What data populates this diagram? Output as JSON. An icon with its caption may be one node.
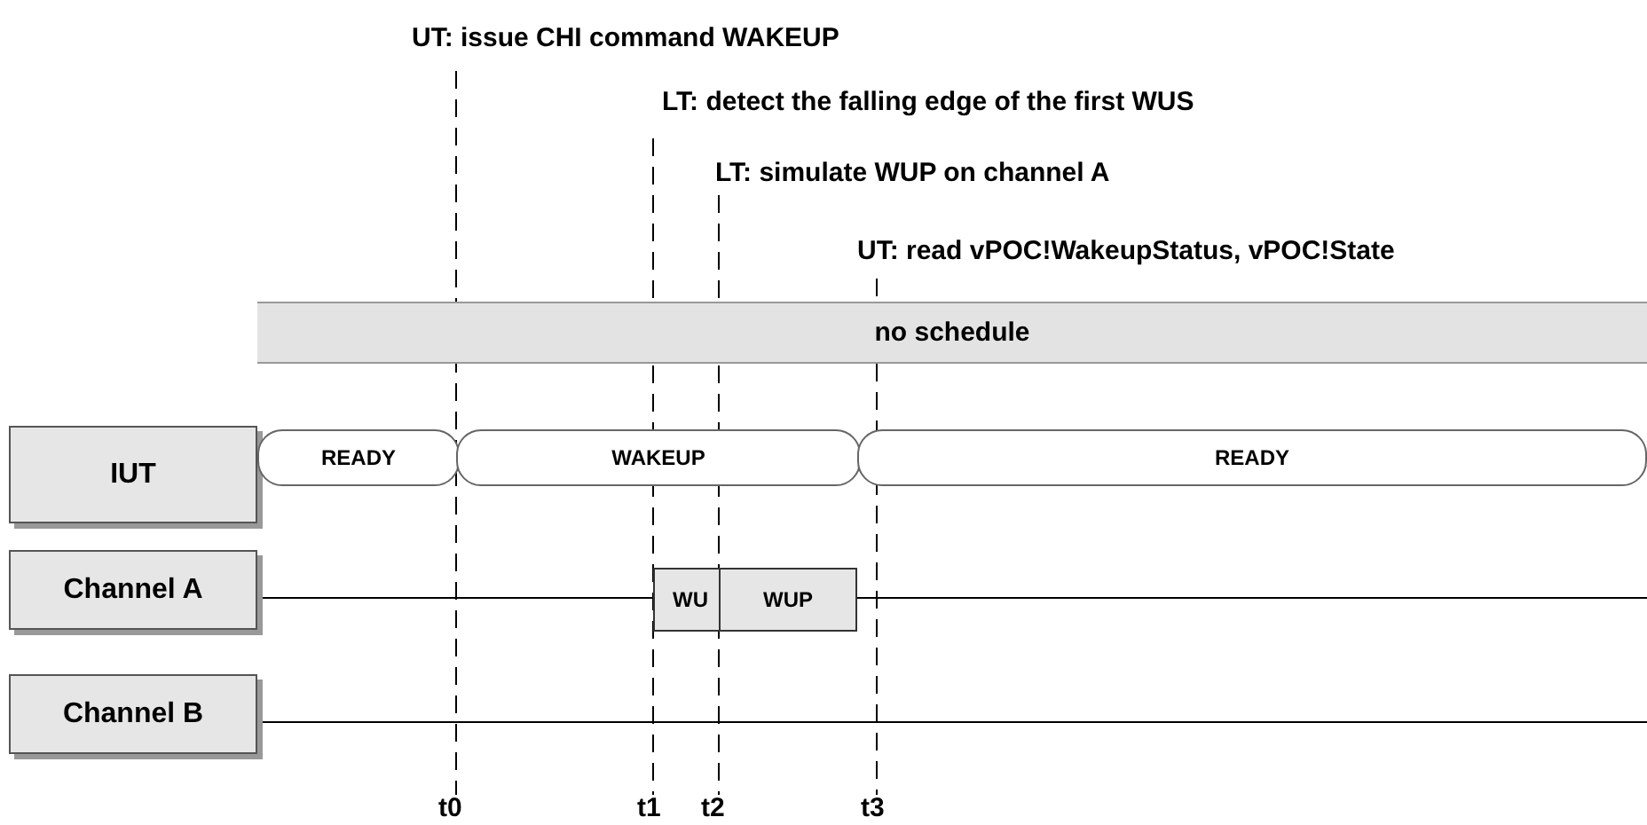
{
  "diagram": {
    "nodes": [
      {
        "text": [
          "no schedule"
        ]
      },
      {
        "text": [
          "IUT"
        ]
      },
      {
        "text": [
          "READY"
        ]
      },
      {
        "text": [
          "WAKEUP"
        ]
      },
      {
        "text": [
          "READY"
        ]
      },
      {
        "text": [
          "Channel A"
        ]
      },
      {
        "text": [
          "WU"
        ]
      },
      {
        "text": [
          "WUP"
        ]
      },
      {
        "text": [
          "Channel B"
        ]
      }
    ],
    "labels": [
      "UT: issue CHI command WAKEUP",
      "LT: detect the falling edge of the first WUS",
      "LT: simulate WUP on channel A",
      "UT: read vPOC!WakeupStatus, vPOC!State",
      "t0",
      "t1",
      "t2",
      "t3"
    ]
  }
}
